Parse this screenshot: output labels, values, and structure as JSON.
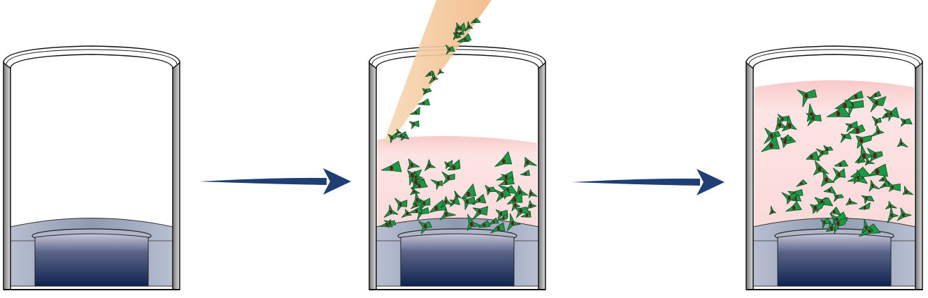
{
  "colors": {
    "arrow": "#1f3f74",
    "cell": "#1a9a45",
    "cell_outline": "#0d4a22",
    "nucleus": "#6b1a1a",
    "medium": "#fbd9d9",
    "pipette": "#f5c99a",
    "insert_gray": "#8f9ab0",
    "insert_dark": "#0e2550"
  },
  "steps": [
    {
      "label": "",
      "state": "empty well with scaffold"
    },
    {
      "label": "",
      "state": "cells seeded via pipette"
    },
    {
      "label": "",
      "state": "cells grown in medium"
    }
  ]
}
